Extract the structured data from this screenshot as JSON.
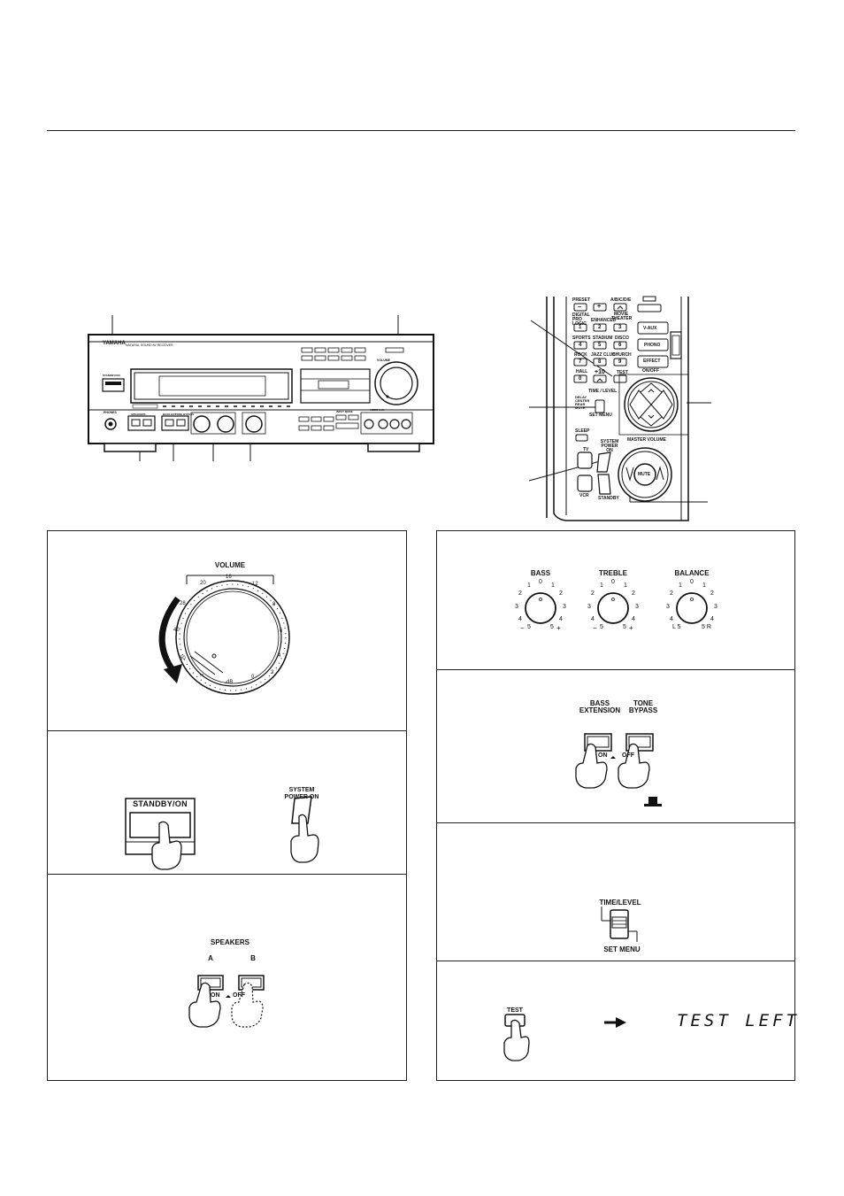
{
  "receiver": {
    "brand": "YAMAHA",
    "model_line": "NATURAL SOUND  AV RECEIVER",
    "volume": "VOLUME",
    "phones": "PHONES",
    "standby_on": "STANDBY/ON",
    "speakers": "SPEAKERS",
    "bass_ext": "BASS EXT",
    "tone_bypass": "TONE BYPASS",
    "video_aux": "VIDEO AUX",
    "input_mode": "INPUT MODE"
  },
  "remote": {
    "preset": "PRESET",
    "abcde": "A/B/C/D/E",
    "digital_pro_logic": "DIGITAL PRO LOGIC",
    "dts_enhanced": "ENHANCED",
    "movie_theater": "MOVIE THEATER",
    "sports": "SPORTS",
    "stadium": "STADIUM",
    "disco": "DISCO",
    "rock": "ROCK",
    "jazz_club": "JAZZ CLUB",
    "church": "CHURCH",
    "hall": "HALL",
    "test": "TEST",
    "plus10": "+10",
    "keys": [
      "1",
      "2",
      "3",
      "4",
      "5",
      "6",
      "7",
      "8",
      "9",
      "0"
    ],
    "v_aux": "V-AUX",
    "phono": "PHONO",
    "effect": "EFFECT",
    "on_off": "ON/OFF",
    "time_level": "TIME / LEVEL",
    "delay": "DELAY",
    "center": "CENTER",
    "rear": "REAR",
    "mute_sel": "MUTE",
    "set_menu": "SET MENU",
    "sleep": "SLEEP",
    "master_volume": "MASTER VOLUME",
    "tv": "TV",
    "system_power_on": "SYSTEM POWER ON",
    "vcr": "VCR",
    "standby": "STANDBY",
    "mute": "MUTE",
    "minus": "−",
    "plus": "+"
  },
  "panel_volume": {
    "title": "VOLUME",
    "scale": [
      "20",
      "16",
      "12",
      "8",
      "6",
      "4",
      "2",
      "0",
      "-dB",
      "∞",
      "60",
      "40",
      "28"
    ]
  },
  "panel_power": {
    "standby_on": "STANDBY/ON",
    "system_power_on_1": "SYSTEM",
    "system_power_on_2": "POWER ON"
  },
  "panel_speakers": {
    "title": "SPEAKERS",
    "a": "A",
    "b": "B",
    "on": "ON",
    "off": "OFF"
  },
  "panel_tone": {
    "bass": "BASS",
    "treble": "TREBLE",
    "balance": "BALANCE",
    "bass_marks": [
      "0",
      "1",
      "1",
      "2",
      "2",
      "3",
      "3",
      "4",
      "4",
      "5",
      "5",
      "−",
      "+"
    ],
    "treble_marks": [
      "0",
      "1",
      "1",
      "2",
      "2",
      "3",
      "3",
      "4",
      "4",
      "5",
      "5",
      "−",
      "+"
    ],
    "balance_marks": [
      "0",
      "1",
      "1",
      "2",
      "2",
      "3",
      "3",
      "4",
      "4",
      "L 5",
      "5 R"
    ]
  },
  "panel_bass_ext": {
    "bass_1": "BASS",
    "bass_2": "EXTENSION",
    "tone_1": "TONE",
    "tone_2": "BYPASS",
    "on": "ON",
    "off": "OFF"
  },
  "panel_time_level": {
    "time_level": "TIME/LEVEL",
    "set_menu": "SET MENU"
  },
  "panel_test": {
    "test": "TEST",
    "display": "TEST LEFT"
  }
}
